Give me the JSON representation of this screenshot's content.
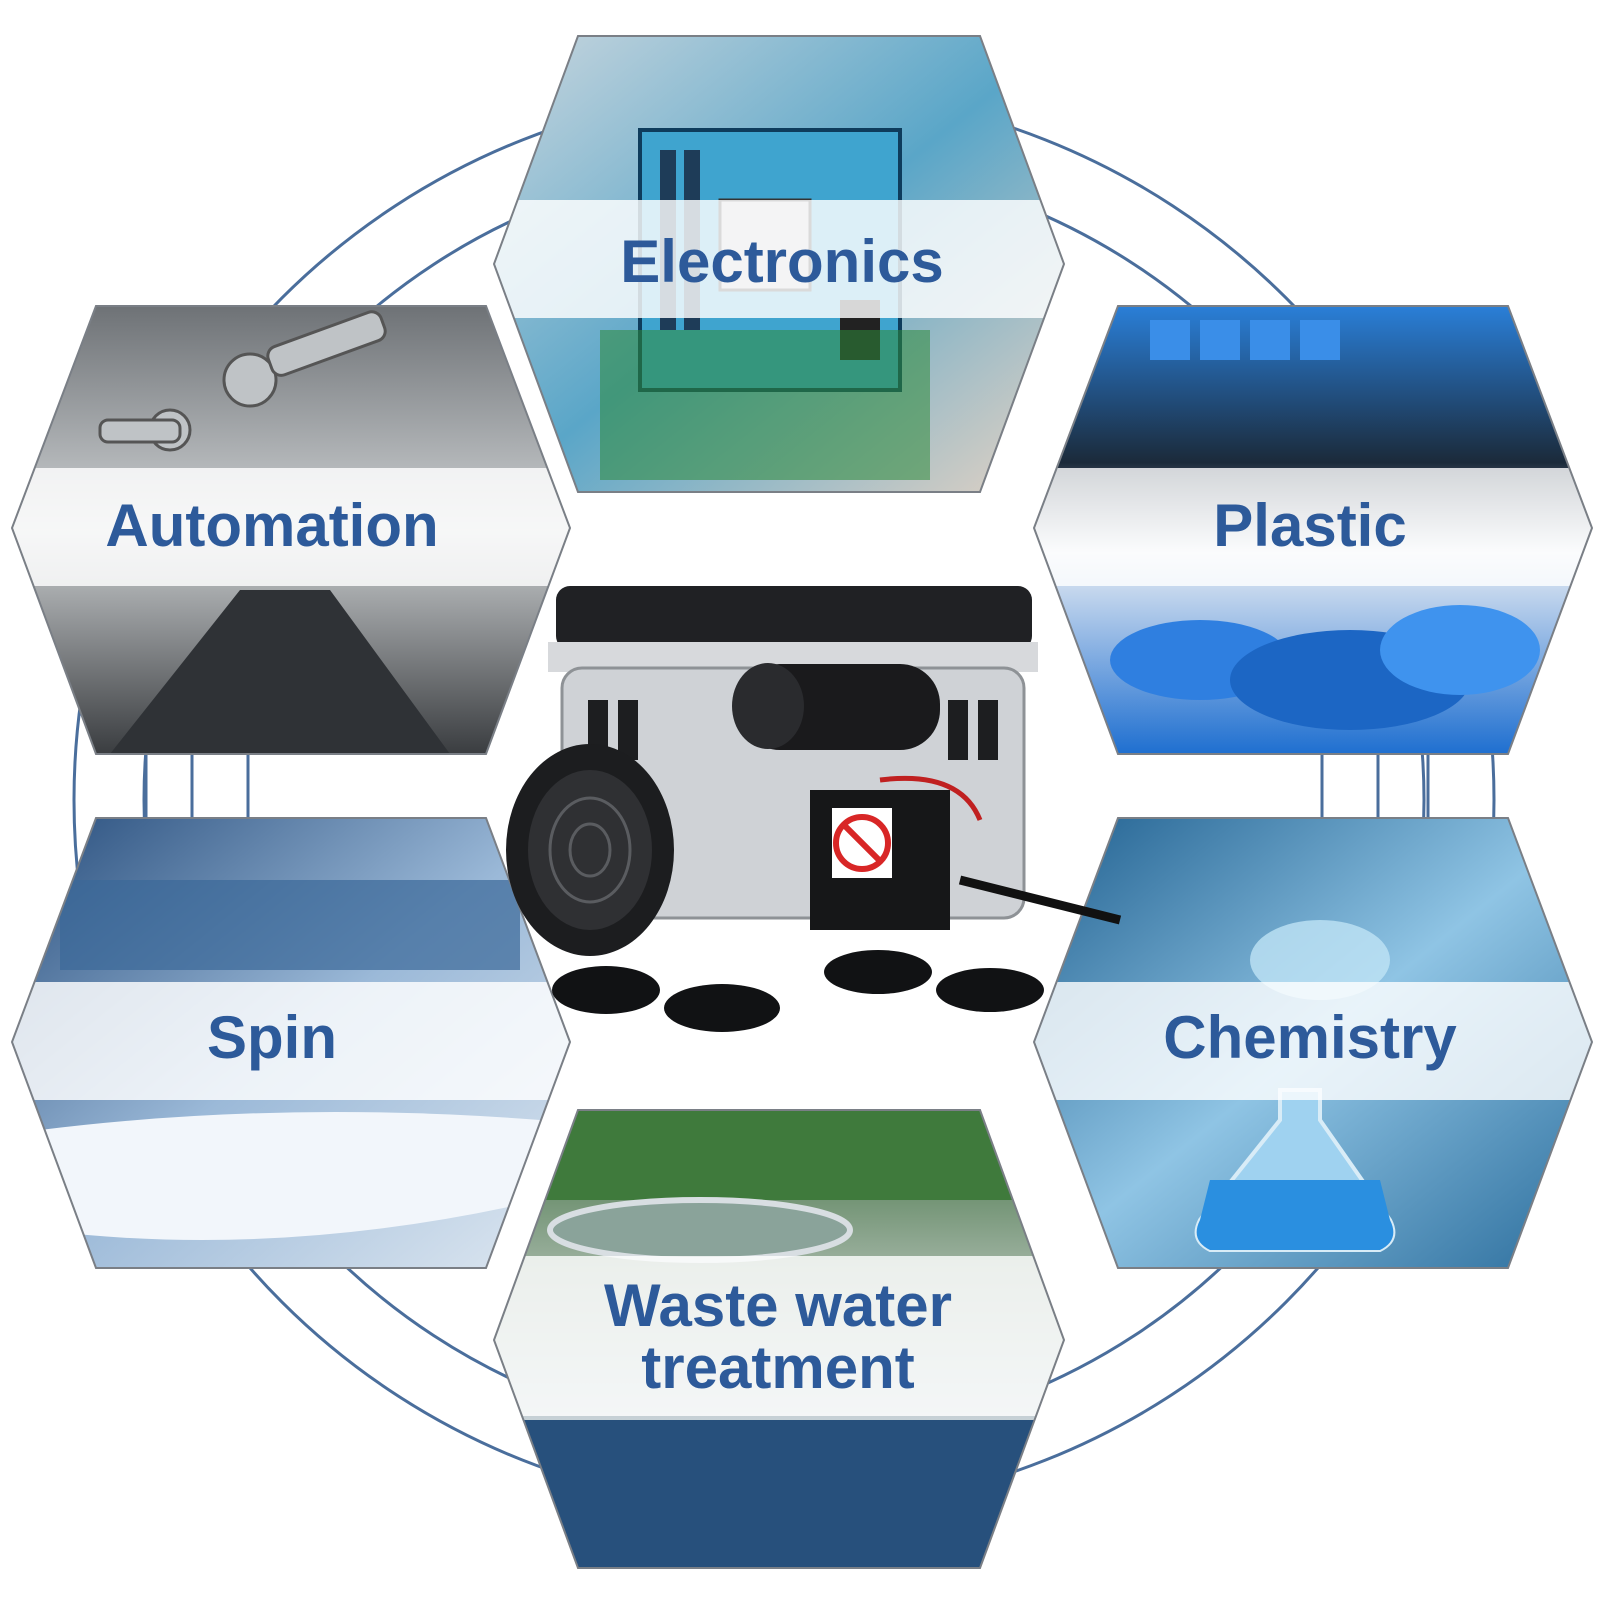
{
  "colors": {
    "accent": "#2d5a9a",
    "ring": "#4a6e9c",
    "band": "#ffffff"
  },
  "center_image": {
    "name": "air-compressor-pump",
    "icon": "pump-icon"
  },
  "hexagons": [
    {
      "id": "electronics",
      "lines": [
        "Electronics"
      ],
      "theme": "#8fa6b8",
      "icon": "circuit-board-icon"
    },
    {
      "id": "automation",
      "lines": [
        "Automation"
      ],
      "theme": "#8a8e92",
      "icon": "robot-arm-icon"
    },
    {
      "id": "plastic",
      "lines": [
        "Plastic"
      ],
      "theme": "#1e6fcf",
      "icon": "plastic-pellets-icon"
    },
    {
      "id": "spin",
      "lines": [
        "Spin"
      ],
      "theme": "#3d6fa8",
      "icon": "textile-mill-icon"
    },
    {
      "id": "chemistry",
      "lines": [
        "Chemistry"
      ],
      "theme": "#4f8fb8",
      "icon": "flask-icon"
    },
    {
      "id": "wastewater",
      "lines": [
        "Waste water",
        "treatment"
      ],
      "theme": "#5d7f8c",
      "icon": "treatment-tank-icon"
    }
  ]
}
